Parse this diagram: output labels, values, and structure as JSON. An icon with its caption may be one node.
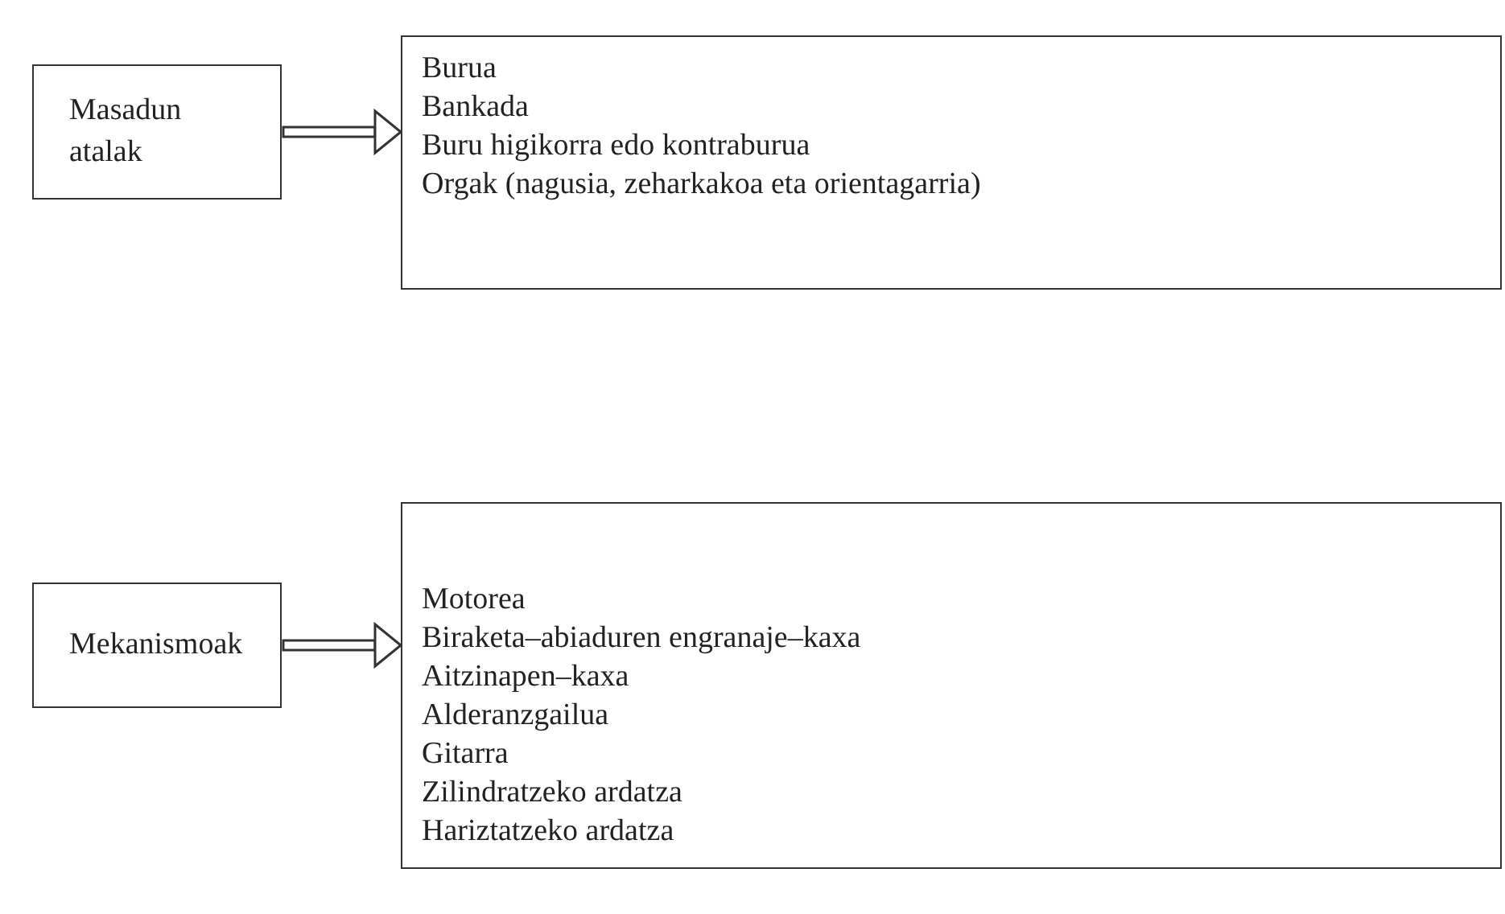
{
  "diagram": {
    "nodes": [
      {
        "text": [
          "Masadun atalak"
        ]
      },
      {
        "text": [
          "Burua",
          "Bankada",
          "Buru higikorra edo kontraburua",
          "Orgak (nagusia, zeharkakoa eta orientagarria)"
        ]
      },
      {
        "text": [
          "Mekanismoak"
        ]
      },
      {
        "text": [
          "Motorea",
          "Biraketa–abiaduren engranaje–kaxa",
          "Aitzinapen–kaxa",
          "Alderanzgailua",
          "Gitarra",
          "Zilindratzeko ardatza",
          "Hariztatzeko ardatza"
        ]
      }
    ],
    "edges": [
      {
        "from": 0,
        "to": 1,
        "arrow": "to"
      },
      {
        "from": 2,
        "to": 3,
        "arrow": "to"
      }
    ]
  }
}
